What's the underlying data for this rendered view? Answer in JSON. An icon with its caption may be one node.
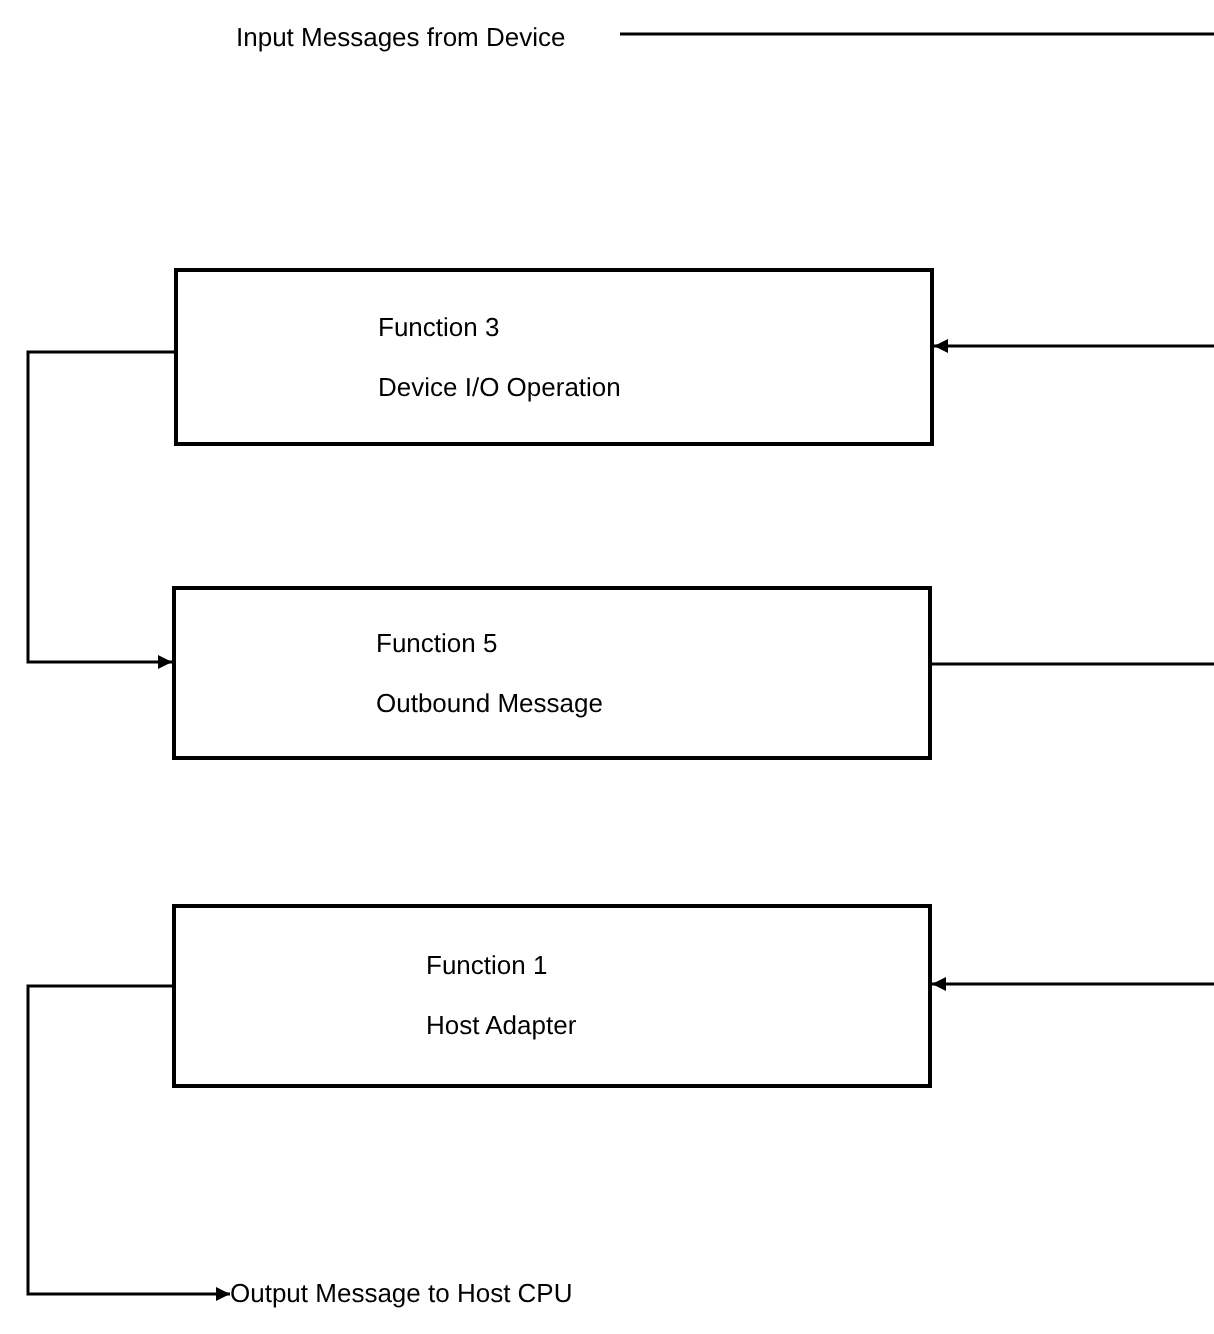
{
  "diagram": {
    "nodes": [
      {
        "text": [
          "Input Messages from Device"
        ]
      },
      {
        "text": [
          "Function 3",
          "Device I/O Operation"
        ]
      },
      {
        "text": [
          "Function 5",
          "Outbound Message"
        ]
      },
      {
        "text": [
          "Function 1",
          "Host Adapter"
        ]
      },
      {
        "text": [
          "Output Message to Host CPU"
        ]
      }
    ],
    "edges": [
      {
        "from": 0,
        "to": null,
        "arrow": "none"
      },
      {
        "from": null,
        "to": 1,
        "arrow": "to"
      },
      {
        "from": 1,
        "to": 2,
        "arrow": "to"
      },
      {
        "from": 2,
        "to": null,
        "arrow": "none"
      },
      {
        "from": null,
        "to": 3,
        "arrow": "to"
      },
      {
        "from": 3,
        "to": 4,
        "arrow": "to"
      }
    ]
  }
}
